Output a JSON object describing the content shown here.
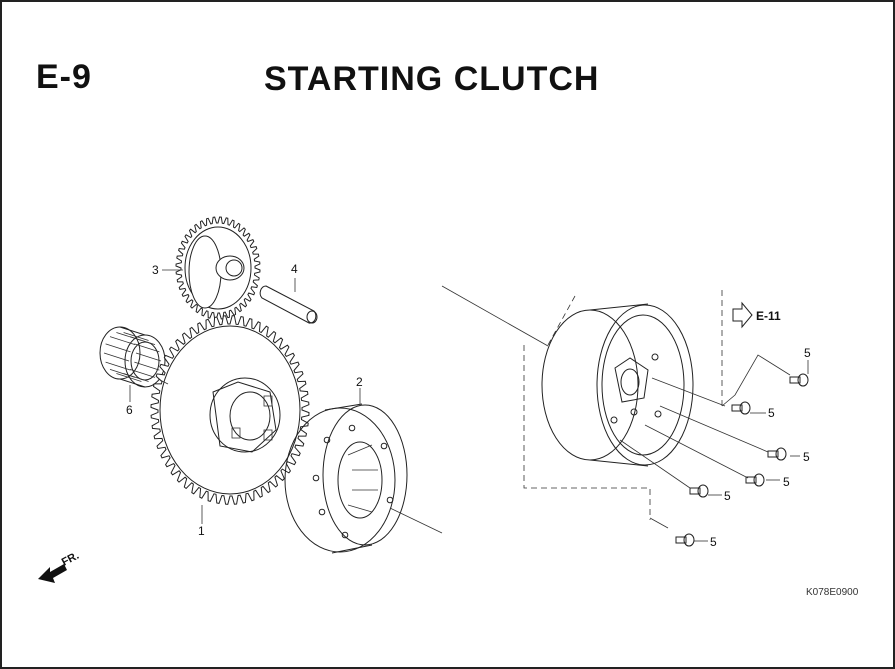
{
  "header": {
    "section_code": "E-9",
    "title": "STARTING CLUTCH"
  },
  "parts": [
    {
      "ref": "1"
    },
    {
      "ref": "2"
    },
    {
      "ref": "3"
    },
    {
      "ref": "4"
    },
    {
      "ref": "5"
    },
    {
      "ref": "6"
    }
  ],
  "fastener_callouts": [
    "5",
    "5",
    "5",
    "5",
    "5",
    "5"
  ],
  "cross_reference": {
    "label": "E-11",
    "icon": "outline-arrow-right-icon"
  },
  "orientation": {
    "label": "FR.",
    "icon": "front-arrow-icon"
  },
  "drawing_code": "K078E0900",
  "colors": {
    "line": "#222222",
    "background": "#ffffff"
  }
}
